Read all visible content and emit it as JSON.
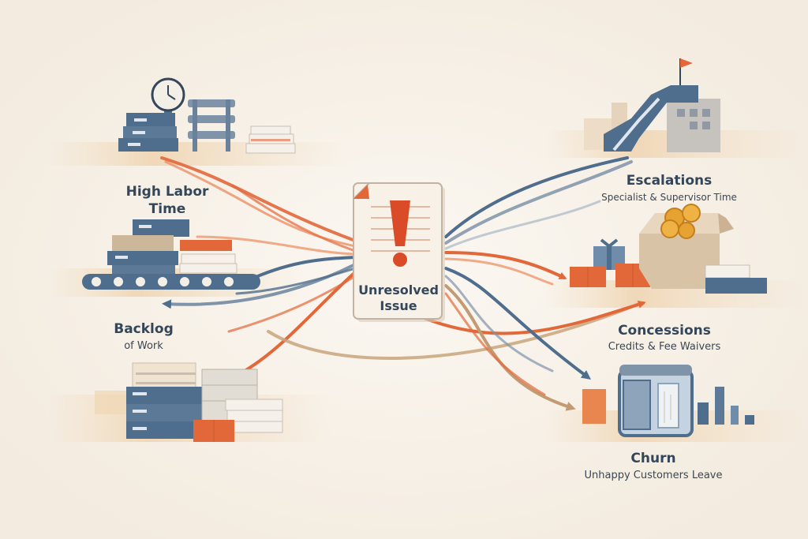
{
  "center": {
    "title_line1": "Unresolved",
    "title_line2": "Issue"
  },
  "nodes": {
    "high_labor": {
      "title_line1": "High Labor",
      "title_line2": "Time"
    },
    "backlog": {
      "title": "Backlog",
      "subtitle": "of Work"
    },
    "escalations": {
      "title": "Escalations",
      "subtitle": "Specialist & Supervisor Time"
    },
    "concessions": {
      "title": "Concessions",
      "subtitle": "Credits & Fee Waivers"
    },
    "churn": {
      "title": "Churn",
      "subtitle": "Unhappy Customers Leave"
    }
  },
  "colors": {
    "orange": "#e2683a",
    "blue": "#4f6d8c",
    "tan": "#c9a57d",
    "background": "#f6f0e7"
  }
}
